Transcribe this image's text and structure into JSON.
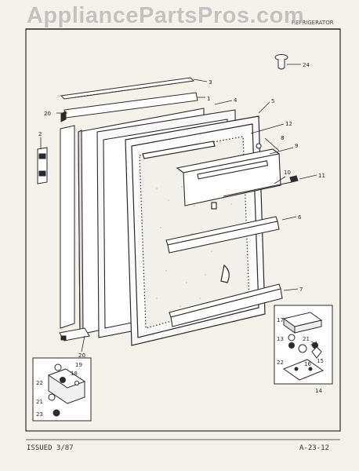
{
  "watermark": "AppliancePartsPros.com",
  "header": {
    "page_code": "REFRIGERATOR"
  },
  "footer": {
    "issued": "ISSUED 3/87",
    "page_number": "A-23-12"
  },
  "callouts": [
    "1",
    "2",
    "3",
    "4",
    "5",
    "6",
    "7",
    "8",
    "9",
    "10",
    "11",
    "12",
    "13",
    "14",
    "15",
    "16",
    "17",
    "18",
    "19",
    "20",
    "21",
    "22",
    "23",
    "24"
  ],
  "colors": {
    "ink": "#2a2a2a",
    "paper": "#f4f1ea",
    "watermark": "#969696"
  }
}
